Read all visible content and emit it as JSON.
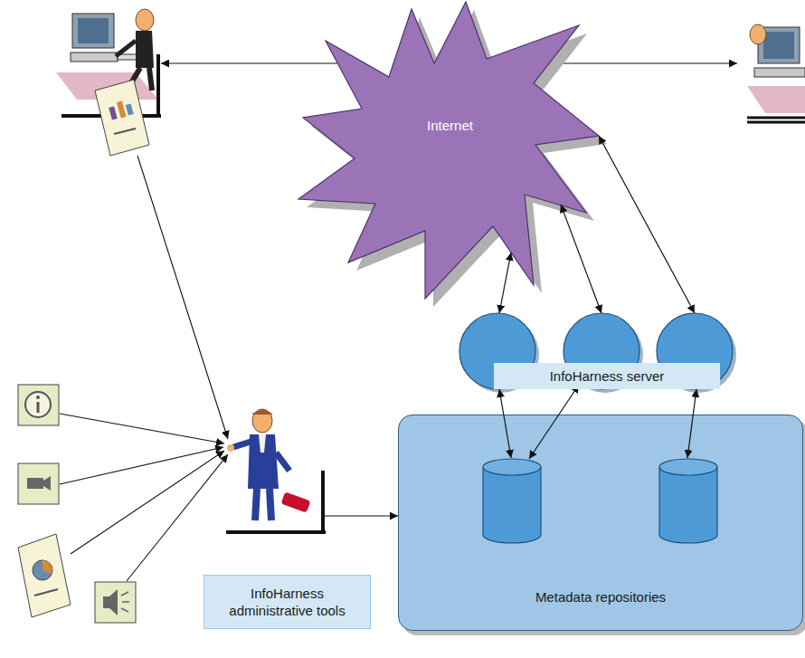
{
  "diagram": {
    "nodes": [
      {
        "text": [
          "Internet"
        ]
      },
      {
        "text": [
          "InfoHarness server"
        ]
      },
      {
        "text": [
          "Metadata repositories"
        ]
      },
      {
        "text": [
          "InfoHarness administrative tools"
        ]
      }
    ],
    "edges": [
      {
        "from": 0,
        "to": 1,
        "arrow": "both"
      },
      {
        "from": 0,
        "to": 1,
        "arrow": "both"
      },
      {
        "from": 0,
        "to": 1,
        "arrow": "both"
      },
      {
        "from": 1,
        "to": 2,
        "arrow": "both"
      },
      {
        "from": 1,
        "to": 2,
        "arrow": "both"
      },
      {
        "from": 1,
        "to": 2,
        "arrow": "both"
      },
      {
        "from": 3,
        "to": 2,
        "arrow": "to"
      }
    ]
  }
}
